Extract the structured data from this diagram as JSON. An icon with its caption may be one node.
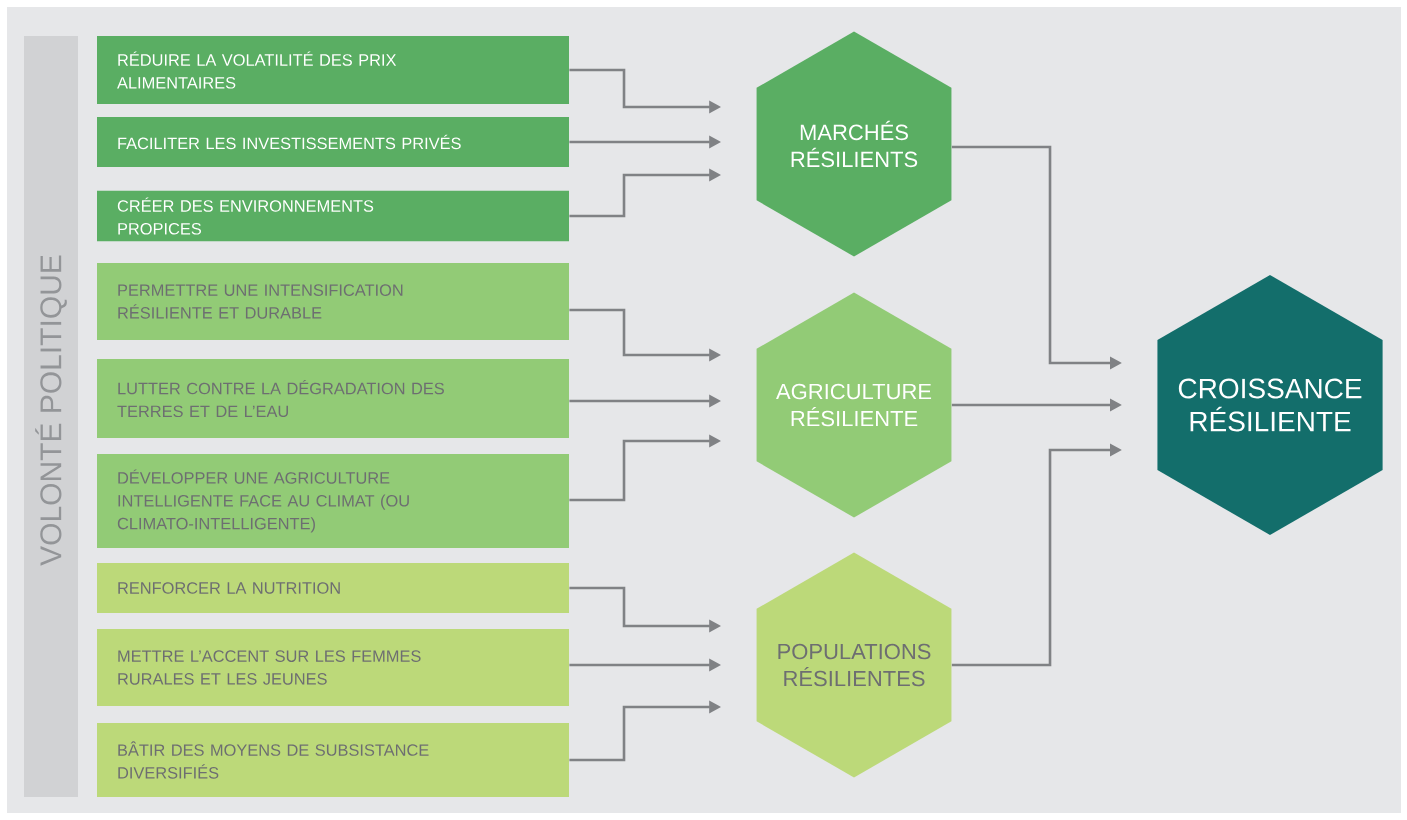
{
  "diagram": {
    "nodes": [
      {
        "text": [
          "VOLONTÉ POLITIQUE"
        ]
      },
      {
        "text": [
          "RÉDUIRE LA VOLATILITÉ DES PRIX ALIMENTAIRES"
        ]
      },
      {
        "text": [
          "FACILITER LES INVESTISSEMENTS PRIVÉS"
        ]
      },
      {
        "text": [
          "CRÉER DES ENVIRONNEMENTS PROPICES"
        ]
      },
      {
        "text": [
          "PERMETTRE UNE INTENSIFICATION RÉSILIENTE ET DURABLE"
        ]
      },
      {
        "text": [
          "LUTTER CONTRE LA DÉGRADATION DES TERRES ET DE L’EAU"
        ]
      },
      {
        "text": [
          "DÉVELOPPER UNE AGRICULTURE INTELLIGENTE FACE AU CLIMAT (OU CLIMATO-INTELLIGENTE)"
        ]
      },
      {
        "text": [
          "RENFORCER LA NUTRITION"
        ]
      },
      {
        "text": [
          "METTRE L’ACCENT SUR LES FEMMES RURALES ET LES JEUNES"
        ]
      },
      {
        "text": [
          "BÂTIR DES MOYENS DE SUBSISTANCE DIVERSIFIÉS"
        ]
      },
      {
        "text": [
          "MARCHÉS RÉSILIENTS"
        ]
      },
      {
        "text": [
          "AGRICULTURE RÉSILIENTE"
        ]
      },
      {
        "text": [
          "POPULATIONS RÉSILIENTES"
        ]
      },
      {
        "text": [
          "CROISSANCE RÉSILIENTE"
        ]
      }
    ],
    "edges": [
      {
        "from": 1,
        "to": 10,
        "arrow": "to"
      },
      {
        "from": 2,
        "to": 10,
        "arrow": "to"
      },
      {
        "from": 3,
        "to": 10,
        "arrow": "to"
      },
      {
        "from": 4,
        "to": 11,
        "arrow": "to"
      },
      {
        "from": 5,
        "to": 11,
        "arrow": "to"
      },
      {
        "from": 6,
        "to": 11,
        "arrow": "to"
      },
      {
        "from": 7,
        "to": 12,
        "arrow": "to"
      },
      {
        "from": 8,
        "to": 12,
        "arrow": "to"
      },
      {
        "from": 9,
        "to": 12,
        "arrow": "to"
      },
      {
        "from": 10,
        "to": 13,
        "arrow": "to"
      },
      {
        "from": 11,
        "to": 13,
        "arrow": "to"
      },
      {
        "from": 12,
        "to": 13,
        "arrow": "to"
      }
    ]
  }
}
